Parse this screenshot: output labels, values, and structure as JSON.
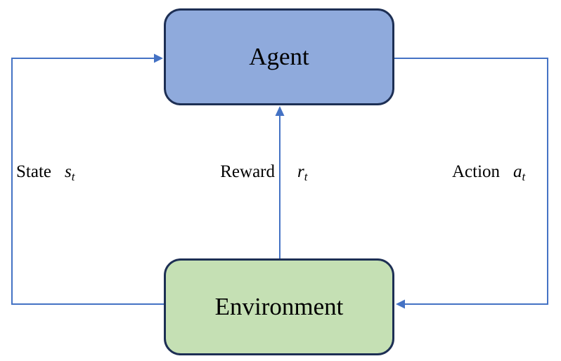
{
  "diagram": {
    "type": "reinforcement-learning-loop",
    "colors": {
      "background": "#ffffff",
      "connector": "#4472c4",
      "node_border": "#1d2f54",
      "text": "#000000"
    },
    "nodes": {
      "agent": {
        "label": "Agent",
        "fill": "#8faadc"
      },
      "environment": {
        "label": "Environment",
        "fill": "#c5e0b4"
      }
    },
    "edges": {
      "state": {
        "label": "State",
        "symbol": "s",
        "subscript": "t",
        "from": "environment",
        "to": "agent"
      },
      "reward": {
        "label": "Reward",
        "symbol": "r",
        "subscript": "t",
        "from": "environment",
        "to": "agent"
      },
      "action": {
        "label": "Action",
        "symbol": "a",
        "subscript": "t",
        "from": "agent",
        "to": "environment"
      }
    }
  }
}
